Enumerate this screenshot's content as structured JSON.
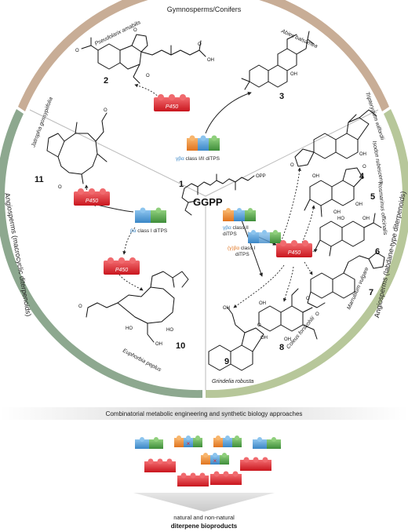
{
  "sectors": {
    "top": {
      "label": "Gymnosperms/Conifers",
      "color": "#c8ad96"
    },
    "right": {
      "label": "Angiosperms (labdane-type diterpenoids)",
      "color": "#b7c79a"
    },
    "left": {
      "label": "Angiosperms (macrocyclic diterpenoids)",
      "color": "#8da88f"
    }
  },
  "species": {
    "pseudolarix": "Pseudolarix amabilis",
    "abies": "Abies balsamea",
    "tripterygium": "Tripterygium wilfordii",
    "isodon": "Isodon rubescens",
    "rosmarinus": "Rosmarinus officinalis",
    "marrubium": "Marrubium vulgare",
    "coleus": "Coleus forskohlii",
    "grindelia": "Grindelia robusta",
    "jatropha": "Jatropha gossypiifolia",
    "euphorbia": "Euphorbia peplus"
  },
  "compounds": {
    "c1": "1",
    "c2": "2",
    "c3": "3",
    "c4": "4",
    "c5": "5",
    "c6": "6",
    "c7": "7",
    "c8": "8",
    "c9": "9",
    "c10": "10",
    "c11": "11"
  },
  "center": {
    "ggpp": "GGPP",
    "opp": "OPP"
  },
  "enzymes": {
    "p450": "P450",
    "class_i_ii_prefix": "γβα",
    "class_i_ii": " class I/II diTPS",
    "class_i_prefix": "βα",
    "class_i": " class I diTPS",
    "class_ii_prefix": "γβα",
    "class_ii": " class II",
    "class_ii_line2": "diTPS",
    "class_i_r_prefix": "(γ)βα",
    "class_i_r": " class I",
    "class_i_r_line2": "diTPS"
  },
  "bottom": {
    "banner": "Combinatorial metabolic engineering and synthetic biology approaches",
    "product_line1": "natural and non-natural",
    "product_line2": "diterpene bioproducts"
  },
  "colors": {
    "p450_red": "#e5222a",
    "blue": "#4a9ad6",
    "green": "#4fa04a",
    "orange": "#f08a2a"
  }
}
